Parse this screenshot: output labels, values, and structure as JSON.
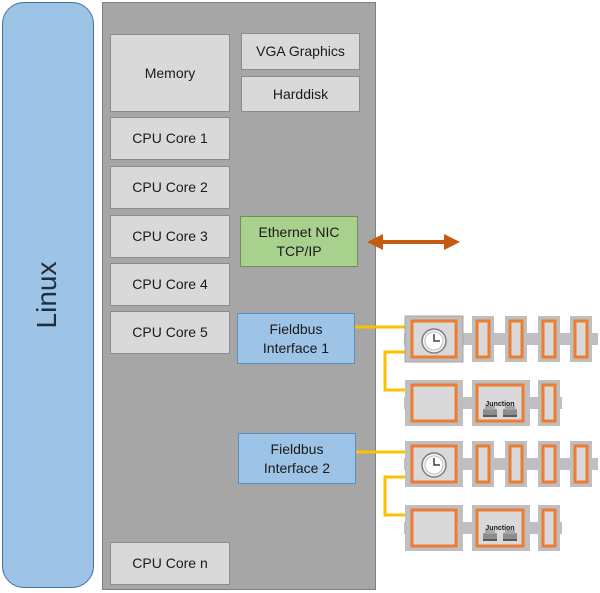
{
  "linux": {
    "label": "Linux"
  },
  "components": {
    "memory": "Memory",
    "vga": "VGA Graphics",
    "harddisk": "Harddisk",
    "cpu1": "CPU Core 1",
    "cpu2": "CPU Core 2",
    "cpu3": "CPU Core 3",
    "cpu4": "CPU Core 4",
    "cpu5": "CPU Core 5",
    "cpun": "CPU Core n",
    "nic_line1": "Ethernet NIC",
    "nic_line2": "TCP/IP",
    "fieldbus1_line1": "Fieldbus",
    "fieldbus1_line2": "Interface 1",
    "fieldbus2_line1": "Fieldbus",
    "fieldbus2_line2": "Interface 2"
  },
  "junction_label": "Junction",
  "colors": {
    "linux_fill": "#9dc3e6",
    "host_fill": "#a6a6a6",
    "component_fill": "#d9d9d9",
    "nic_fill": "#a9d18e",
    "fieldbus_fill": "#9dc3e6",
    "arrow": "#c55a11",
    "bus_wire": "#ffc000",
    "module_outline": "#ed7d31",
    "rail": "#bfbfbf"
  },
  "icons": {
    "ethernet_arrow": "double-headed-arrow-icon",
    "clock": "clock-icon",
    "junction": "junction-icon"
  }
}
